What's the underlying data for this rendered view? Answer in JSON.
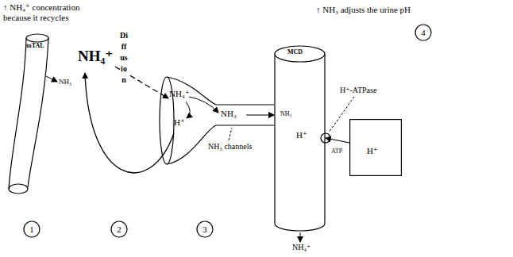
{
  "diagram": {
    "nodes": [
      {
        "text": [
          "mTAL"
        ]
      },
      {
        "text": [
          "1"
        ]
      },
      {
        "text": [
          "2"
        ]
      },
      {
        "text": [
          "NH₄⁺",
          "H⁺",
          "NH₃"
        ]
      },
      {
        "text": [
          "3"
        ]
      },
      {
        "text": [
          "4"
        ]
      },
      {
        "text": [
          "MCD",
          "NH₃",
          "H⁺"
        ]
      },
      {
        "text": [
          "H⁺"
        ]
      }
    ],
    "edges": [
      {
        "from": 3,
        "to": 6,
        "arrow": "to"
      },
      {
        "from": 7,
        "to": 6,
        "arrow": "to"
      }
    ],
    "labels": [
      "↑ NH₄⁺ concentration because it recycles",
      "↑ NH₃ adjusts the urine pH",
      "NH₃",
      "NH₄⁺",
      "Diffusion",
      "NH₃ channels",
      "H⁺-ATPase",
      "ATP",
      "NH₄⁺"
    ]
  }
}
